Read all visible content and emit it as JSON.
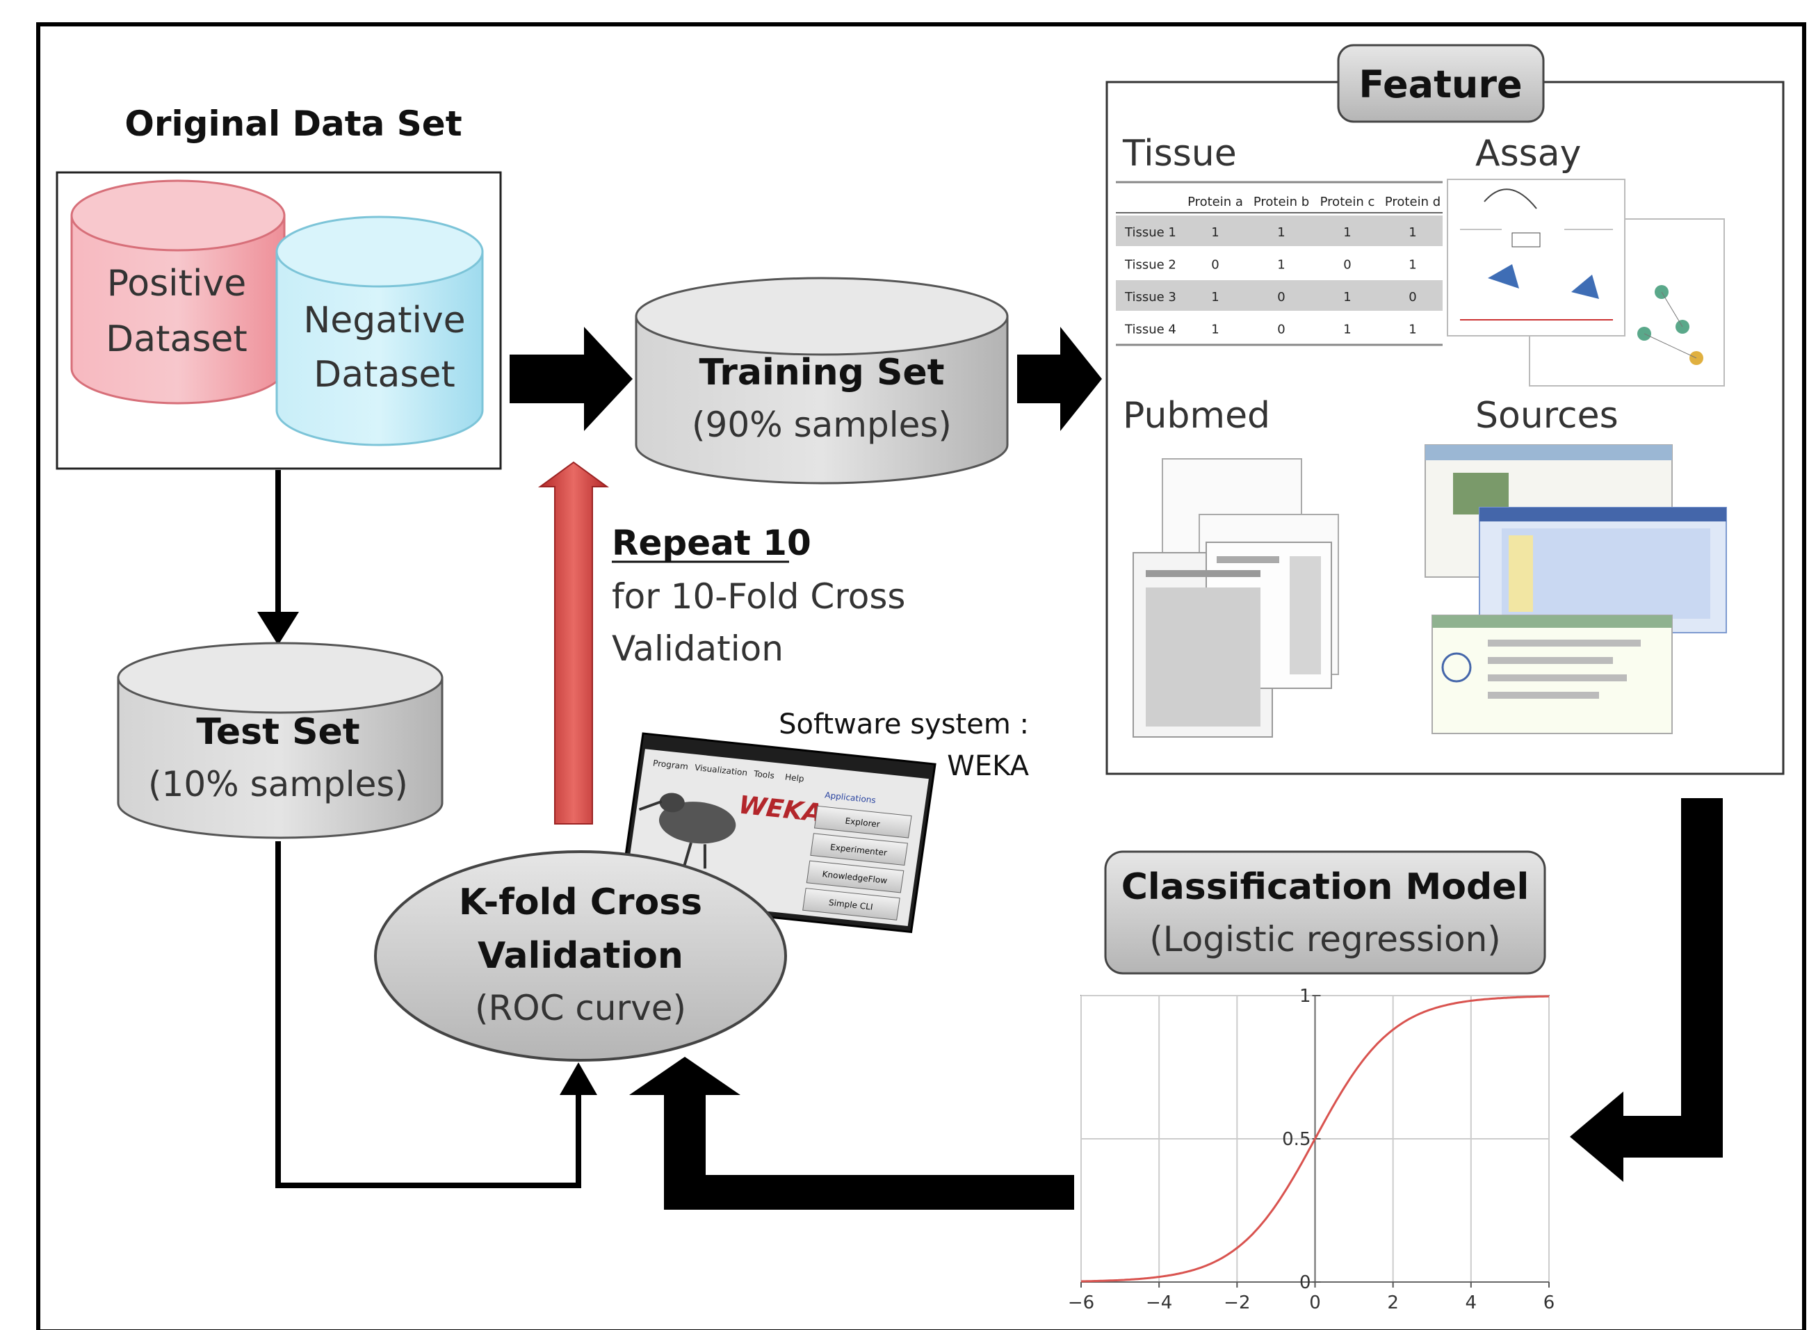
{
  "original_data_set": {
    "title": "Original Data Set",
    "positive_line1": "Positive",
    "positive_line2": "Dataset",
    "negative_line1": "Negative",
    "negative_line2": "Dataset"
  },
  "training_set": {
    "title": "Training Set",
    "subtitle": "(90% samples)"
  },
  "test_set": {
    "title": "Test Set",
    "subtitle": "(10% samples)"
  },
  "repeat": {
    "heading": "Repeat 10",
    "line1": "for 10-Fold Cross",
    "line2": "Validation"
  },
  "software": {
    "label": "Software system :",
    "name": "WEKA",
    "logo_text": "WEKA",
    "menu": [
      "Program",
      "Visualization",
      "Tools",
      "Help"
    ],
    "app_buttons": [
      "Explorer",
      "Experimenter",
      "KnowledgeFlow",
      "Simple CLI"
    ],
    "applications_label": "Applications"
  },
  "kfold": {
    "line1": "K-fold Cross",
    "line2": "Validation",
    "line3": "(ROC curve)"
  },
  "feature": {
    "title": "Feature",
    "tissue_label": "Tissue",
    "assay_label": "Assay",
    "pubmed_label": "Pubmed",
    "sources_label": "Sources",
    "tissue_table": {
      "headers": [
        "Protein a",
        "Protein b",
        "Protein c",
        "Protein d"
      ],
      "rows": [
        {
          "label": "Tissue 1",
          "values": [
            "1",
            "1",
            "1",
            "1"
          ]
        },
        {
          "label": "Tissue 2",
          "values": [
            "0",
            "1",
            "0",
            "1"
          ]
        },
        {
          "label": "Tissue 3",
          "values": [
            "1",
            "0",
            "1",
            "0"
          ]
        },
        {
          "label": "Tissue 4",
          "values": [
            "1",
            "0",
            "1",
            "1"
          ]
        }
      ]
    }
  },
  "classification": {
    "title": "Classification Model",
    "subtitle": "(Logistic regression)"
  },
  "chart_data": {
    "type": "line",
    "title": "",
    "xlabel": "",
    "ylabel": "",
    "xlim": [
      -6,
      6
    ],
    "ylim": [
      0,
      1
    ],
    "x_ticks": [
      "−6",
      "−4",
      "−2",
      "0",
      "2",
      "4",
      "6"
    ],
    "y_ticks": [
      "0",
      "0.5",
      "1"
    ],
    "grid": true,
    "series": [
      {
        "color": "#d9534f",
        "x": [
          -6,
          -5,
          -4,
          -3,
          -2,
          -1,
          0,
          1,
          2,
          3,
          4,
          5,
          6
        ],
        "y": [
          0.0025,
          0.0067,
          0.018,
          0.047,
          0.119,
          0.269,
          0.5,
          0.731,
          0.881,
          0.953,
          0.982,
          0.993,
          0.9975
        ]
      }
    ]
  },
  "colors": {
    "arrow_black": "#000000",
    "arrow_red": "#d9413f",
    "positive_fill": "#f4a6ad",
    "negative_fill": "#bfe9f5",
    "cylinder_gray": "#cfcfcf",
    "curve": "#d9534f"
  }
}
